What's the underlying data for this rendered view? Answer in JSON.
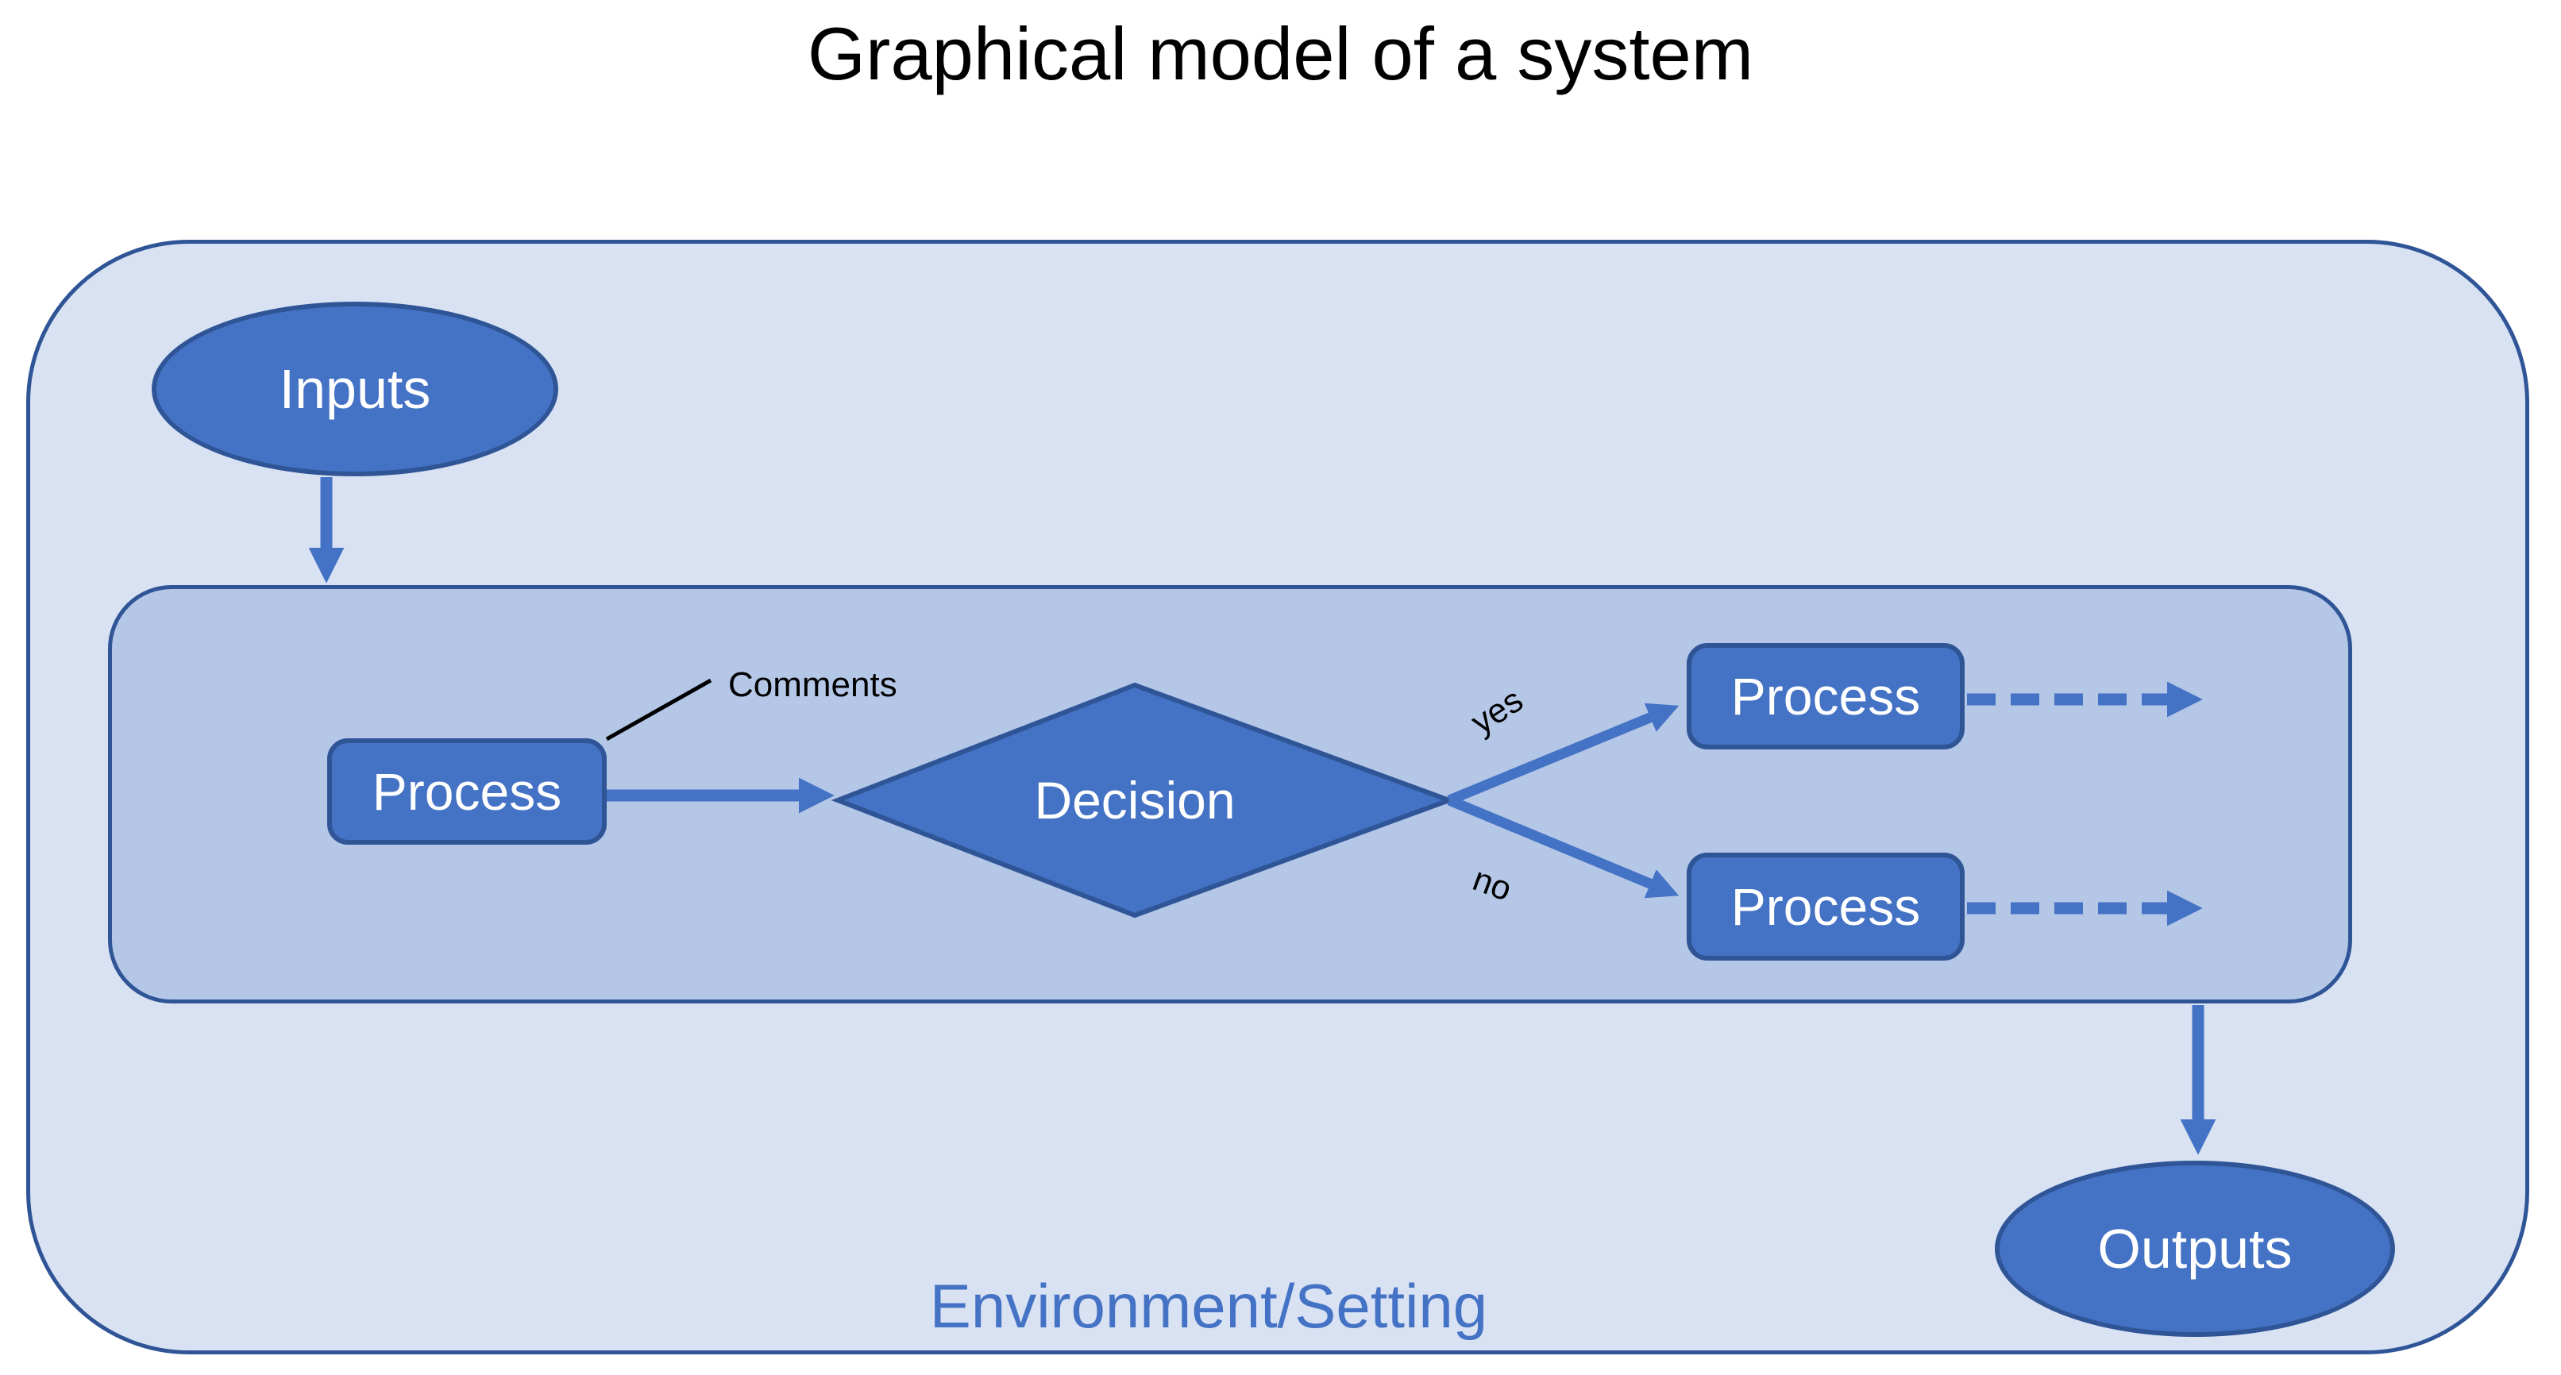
{
  "title": "Graphical model of a system",
  "environment": {
    "label": "Environment/Setting"
  },
  "nodes": {
    "inputs": {
      "label": "Inputs",
      "shape": "ellipse"
    },
    "process_start": {
      "label": "Process",
      "shape": "rounded-rectangle"
    },
    "decision": {
      "label": "Decision",
      "shape": "diamond"
    },
    "process_yes": {
      "label": "Process",
      "shape": "rounded-rectangle"
    },
    "process_no": {
      "label": "Process",
      "shape": "rounded-rectangle"
    },
    "outputs": {
      "label": "Outputs",
      "shape": "ellipse"
    }
  },
  "edge_labels": {
    "yes": "yes",
    "no": "no"
  },
  "annotations": {
    "comments": "Comments"
  },
  "edges": [
    {
      "from": "inputs",
      "to": "system-boundary",
      "style": "solid-arrow"
    },
    {
      "from": "process_start",
      "to": "decision",
      "style": "solid-arrow"
    },
    {
      "from": "decision",
      "to": "process_yes",
      "label": "yes",
      "style": "solid-arrow"
    },
    {
      "from": "decision",
      "to": "process_no",
      "label": "no",
      "style": "solid-arrow"
    },
    {
      "from": "process_yes",
      "to": "outside-right",
      "style": "dashed-arrow"
    },
    {
      "from": "process_no",
      "to": "outside-right",
      "style": "dashed-arrow"
    },
    {
      "from": "system-boundary",
      "to": "outputs",
      "style": "solid-arrow"
    }
  ],
  "colors": {
    "node_fill": "#4472C4",
    "node_border": "#2F5597",
    "node_text": "#FFFFFF",
    "system_boundary_fill": "#B4C7E7",
    "environment_fill": "#D9E2F3",
    "boundary_border": "#2F5597",
    "arrow": "#4472C4",
    "environment_label_text": "#4472C4",
    "annotation_text": "#000000",
    "title_text": "#000000",
    "page_background": "#FFFFFF"
  }
}
